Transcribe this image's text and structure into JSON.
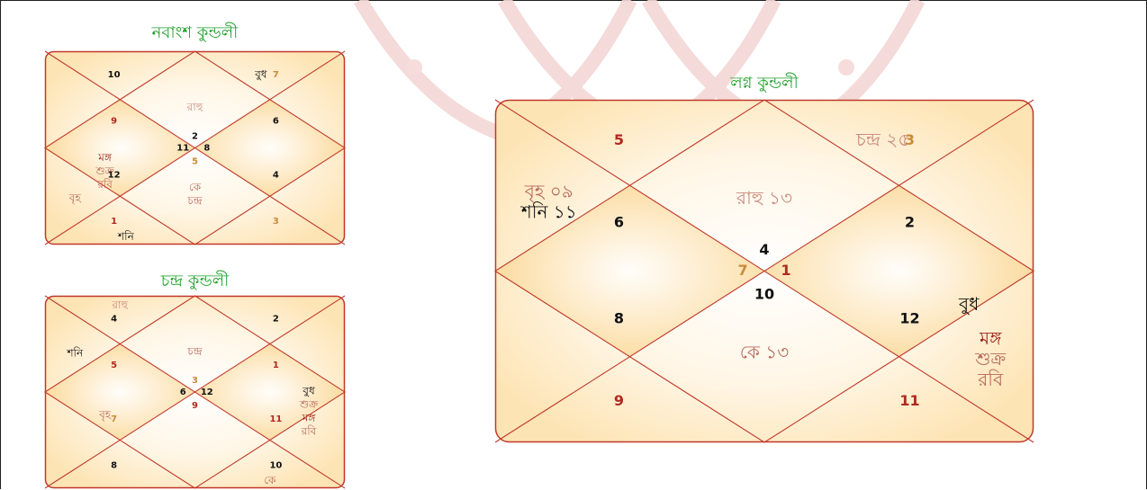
{
  "colors": {
    "title_green": "#1fa02a",
    "frame_red": "#c0392b",
    "cream": "#fde9c2",
    "house_number_red": "#b02a20",
    "house_number_orange": "#c98b3a",
    "text_dark": "#111111"
  },
  "navamsa": {
    "title": "নবাংশ কুন্ডলী",
    "houses": [
      {
        "h": 1,
        "number": "2",
        "num_style": "b",
        "planets": [
          {
            "text": "রাহু",
            "style": "faint"
          }
        ]
      },
      {
        "h": 2,
        "number": "10",
        "num_style": "b",
        "planets": []
      },
      {
        "h": 3,
        "number": "9",
        "num_style": "r",
        "planets": []
      },
      {
        "h": 4,
        "number": "11",
        "num_style": "b",
        "planets": [
          {
            "text": "মঙ্গ",
            "style": "red"
          },
          {
            "text": "শুক্র",
            "style": "rose"
          },
          {
            "text": "রবি",
            "style": "rose"
          }
        ]
      },
      {
        "h": 5,
        "number": "12",
        "num_style": "b",
        "planets": [
          {
            "text": "বৃহ",
            "style": "rose"
          }
        ]
      },
      {
        "h": 6,
        "number": "1",
        "num_style": "r",
        "planets": [
          {
            "text": "শনি",
            "style": "dark"
          }
        ]
      },
      {
        "h": 7,
        "number": "5",
        "num_style": "o",
        "planets": [
          {
            "text": "কে",
            "style": "rose"
          },
          {
            "text": "চন্দ্র",
            "style": "rose"
          }
        ]
      },
      {
        "h": 8,
        "number": "3",
        "num_style": "o",
        "planets": []
      },
      {
        "h": 9,
        "number": "4",
        "num_style": "b",
        "planets": []
      },
      {
        "h": 10,
        "number": "8",
        "num_style": "b",
        "planets": []
      },
      {
        "h": 11,
        "number": "6",
        "num_style": "b",
        "planets": []
      },
      {
        "h": 12,
        "number": "7",
        "num_style": "o",
        "planets": [
          {
            "text": "বুধ",
            "style": "dark"
          }
        ]
      }
    ]
  },
  "chandra": {
    "title": "চন্দ্র কুন্ডলী",
    "houses": [
      {
        "h": 1,
        "number": "3",
        "num_style": "o",
        "planets": [
          {
            "text": "চন্দ্র",
            "style": "rose"
          }
        ]
      },
      {
        "h": 2,
        "number": "4",
        "num_style": "b",
        "planets": [
          {
            "text": "রাহু",
            "style": "faint"
          }
        ]
      },
      {
        "h": 3,
        "number": "5",
        "num_style": "r",
        "planets": [
          {
            "text": "শনি",
            "style": "dark"
          }
        ]
      },
      {
        "h": 4,
        "number": "6",
        "num_style": "b",
        "planets": [
          {
            "text": "বৃহ",
            "style": "rose"
          }
        ]
      },
      {
        "h": 5,
        "number": "7",
        "num_style": "o",
        "planets": []
      },
      {
        "h": 6,
        "number": "8",
        "num_style": "b",
        "planets": []
      },
      {
        "h": 7,
        "number": "9",
        "num_style": "r",
        "planets": []
      },
      {
        "h": 8,
        "number": "10",
        "num_style": "b",
        "planets": [
          {
            "text": "কে",
            "style": "rose"
          }
        ]
      },
      {
        "h": 9,
        "number": "11",
        "num_style": "r",
        "planets": []
      },
      {
        "h": 10,
        "number": "12",
        "num_style": "b",
        "planets": [
          {
            "text": "বুধ",
            "style": "dark"
          },
          {
            "text": "শুক্র",
            "style": "rose"
          },
          {
            "text": "মঙ্গ",
            "style": "red"
          },
          {
            "text": "রবি",
            "style": "rose"
          }
        ]
      },
      {
        "h": 11,
        "number": "1",
        "num_style": "r",
        "planets": []
      },
      {
        "h": 12,
        "number": "2",
        "num_style": "b",
        "planets": []
      }
    ]
  },
  "lagna": {
    "title": "লগ্ন কুন্ডলী",
    "houses": [
      {
        "h": 1,
        "number": "4",
        "num_style": "b",
        "planets": [
          {
            "text": "রাহু ১৩",
            "style": "faint"
          }
        ]
      },
      {
        "h": 2,
        "number": "5",
        "num_style": "r",
        "planets": []
      },
      {
        "h": 3,
        "number": "6",
        "num_style": "b",
        "planets": [
          {
            "text": "বৃহ ০৯",
            "style": "rose"
          },
          {
            "text": "শনি ১১",
            "style": "dark"
          }
        ]
      },
      {
        "h": 4,
        "number": "7",
        "num_style": "o",
        "planets": []
      },
      {
        "h": 5,
        "number": "8",
        "num_style": "b",
        "planets": []
      },
      {
        "h": 6,
        "number": "9",
        "num_style": "r",
        "planets": []
      },
      {
        "h": 7,
        "number": "10",
        "num_style": "b",
        "planets": [
          {
            "text": "কে ১৩",
            "style": "rose"
          }
        ]
      },
      {
        "h": 8,
        "number": "11",
        "num_style": "r",
        "planets": []
      },
      {
        "h": 9,
        "number": "12",
        "num_style": "b",
        "planets": [
          {
            "text": "মঙ্গ",
            "style": "red"
          },
          {
            "text": "শুক্র",
            "style": "rose"
          },
          {
            "text": "রবি",
            "style": "rose"
          }
        ]
      },
      {
        "h": 10,
        "number": "1",
        "num_style": "r",
        "planets": [
          {
            "text": "বুধ",
            "style": "dark"
          }
        ]
      },
      {
        "h": 11,
        "number": "2",
        "num_style": "b",
        "planets": []
      },
      {
        "h": 12,
        "number": "3",
        "num_style": "o",
        "planets": [
          {
            "text": "চন্দ্র ২৫",
            "style": "faint"
          }
        ]
      }
    ]
  }
}
